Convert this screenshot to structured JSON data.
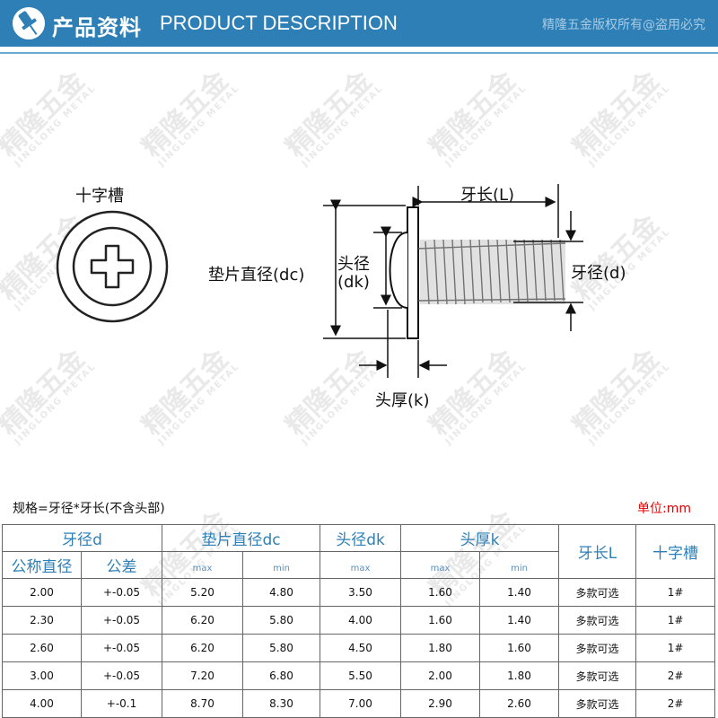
{
  "header": {
    "title_cn": "产品资料",
    "title_en": "PRODUCT DESCRIPTION",
    "copyright": "精隆五金版权所有@盗用必究"
  },
  "watermark": {
    "cn": "精隆五金",
    "en": "JINGLONG METAL"
  },
  "diagram": {
    "cross_slot": "十字槽",
    "thread_length": "牙长(L)",
    "washer_diameter": "垫片直径(dc)",
    "head_diameter_line1": "头径",
    "head_diameter_line2": "(dk)",
    "thread_diameter": "牙径(d)",
    "head_thickness": "头厚(k)"
  },
  "spec_caption": "规格=牙径*牙长(不含头部)",
  "unit": "单位:mm",
  "table": {
    "headers": {
      "thread_d": "牙径d",
      "washer_dc": "垫片直径dc",
      "head_dk": "头径dk",
      "head_k": "头厚k",
      "length_L": "牙长L",
      "cross": "十字槽",
      "nominal": "公称直径",
      "tolerance": "公差",
      "max": "max",
      "min": "min"
    },
    "rows": [
      [
        "2.00",
        "+-0.05",
        "5.20",
        "4.80",
        "3.50",
        "1.60",
        "1.40",
        "多款可选",
        "1#"
      ],
      [
        "2.30",
        "+-0.05",
        "6.20",
        "5.80",
        "4.00",
        "1.60",
        "1.40",
        "多款可选",
        "1#"
      ],
      [
        "2.60",
        "+-0.05",
        "6.20",
        "5.80",
        "4.50",
        "1.80",
        "1.60",
        "多款可选",
        "1#"
      ],
      [
        "3.00",
        "+-0.05",
        "7.20",
        "6.80",
        "5.50",
        "2.00",
        "1.80",
        "多款可选",
        "2#"
      ],
      [
        "4.00",
        "+-0.1",
        "8.70",
        "8.30",
        "7.00",
        "2.90",
        "2.60",
        "多款可选",
        "2#"
      ]
    ]
  }
}
